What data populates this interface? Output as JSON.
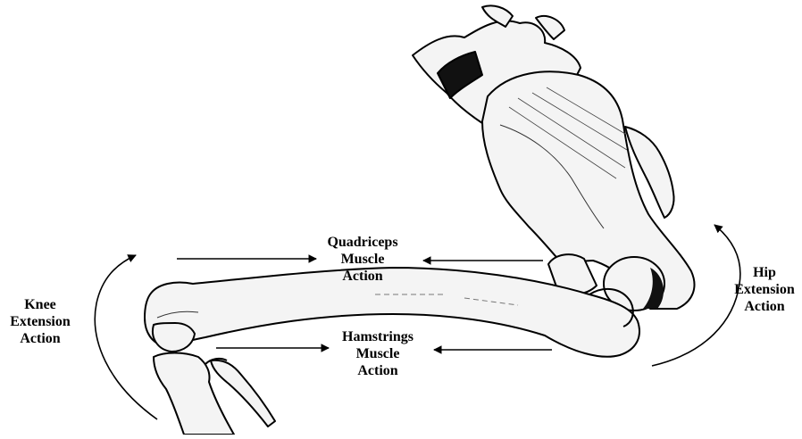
{
  "labels": {
    "knee": [
      "Knee",
      "Extension",
      "Action"
    ],
    "hip": [
      "Hip",
      "Extension",
      "Action"
    ],
    "quadriceps": [
      "Quadriceps",
      "Muscle",
      "Action"
    ],
    "hamstrings": [
      "Hamstrings",
      "Muscle",
      "Action"
    ]
  },
  "colors": {
    "ink": "#000000",
    "bone_fill": "#f4f4f4",
    "shadow": "#1a1a1a",
    "background": "#ffffff"
  },
  "icons": {
    "arrow": "solid-triangle-arrowhead"
  }
}
